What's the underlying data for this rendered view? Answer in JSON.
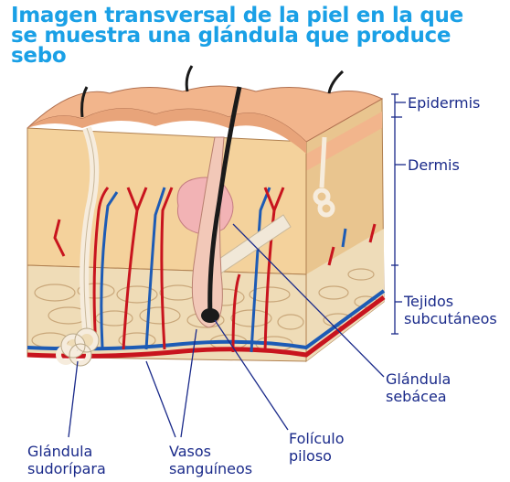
{
  "title": {
    "line1": "Imagen transversal de la piel en la que",
    "line2": "se muestra una glándula que produce",
    "line3": "sebo"
  },
  "labels": {
    "epidermis": "Epidermis",
    "dermis": "Dermis",
    "subcutaneous_1": "Tejidos",
    "subcutaneous_2": "subcutáneos",
    "sebaceous_1": "Glándula",
    "sebaceous_2": "sebácea",
    "follicle_1": "Folículo",
    "follicle_2": "piloso",
    "vessels_1": "Vasos",
    "vessels_2": "sanguíneos",
    "sweat_1": "Glándula",
    "sweat_2": "sudorípara"
  },
  "colors": {
    "title": "#1aa0e6",
    "label": "#1a2a8a",
    "epidermis": "#f2b58c",
    "dermis": "#f4d29c",
    "subcutaneous": "#efdcb7",
    "artery": "#c8141e",
    "vein": "#1d5bb5",
    "gland": "#f2b3b5",
    "hair": "#1a1a1a"
  }
}
